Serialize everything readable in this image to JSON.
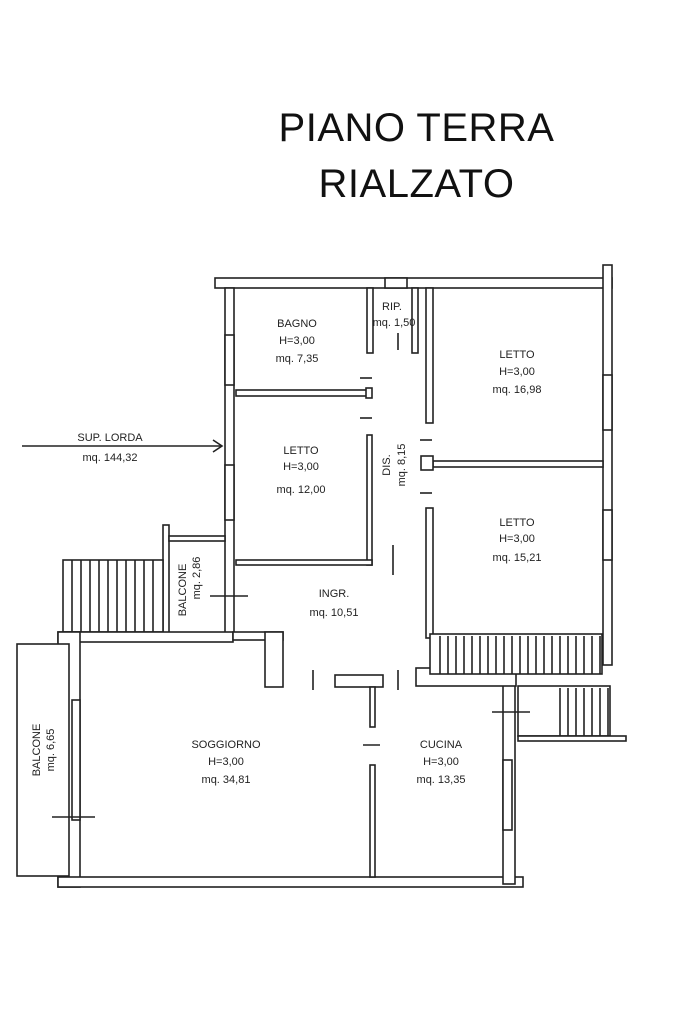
{
  "title": {
    "line1": "PIANO TERRA",
    "line2": "RIALZATO"
  },
  "gross_area": {
    "label": "SUP. LORDA",
    "value": "mq. 144,32"
  },
  "rooms": [
    {
      "name": "BAGNO",
      "height": "H=3,00",
      "area": "mq. 7,35"
    },
    {
      "name": "RIP.",
      "area": "mq. 1,50"
    },
    {
      "name": "LETTO",
      "height": "H=3,00",
      "area": "mq. 16,98"
    },
    {
      "name": "LETTO",
      "height": "H=3,00",
      "area": "mq. 12,00"
    },
    {
      "name": "DIS.",
      "area": "mq. 8,15"
    },
    {
      "name": "LETTO",
      "height": "H=3,00",
      "area": "mq. 15,21"
    },
    {
      "name": "BALCONE",
      "area": "mq. 2,86"
    },
    {
      "name": "INGR.",
      "area": "mq. 10,51"
    },
    {
      "name": "SOGGIORNO",
      "height": "H=3,00",
      "area": "mq. 34,81"
    },
    {
      "name": "CUCINA",
      "height": "H=3,00",
      "area": "mq. 13,35"
    },
    {
      "name": "BALCONE",
      "area": "mq. 6,65"
    }
  ]
}
